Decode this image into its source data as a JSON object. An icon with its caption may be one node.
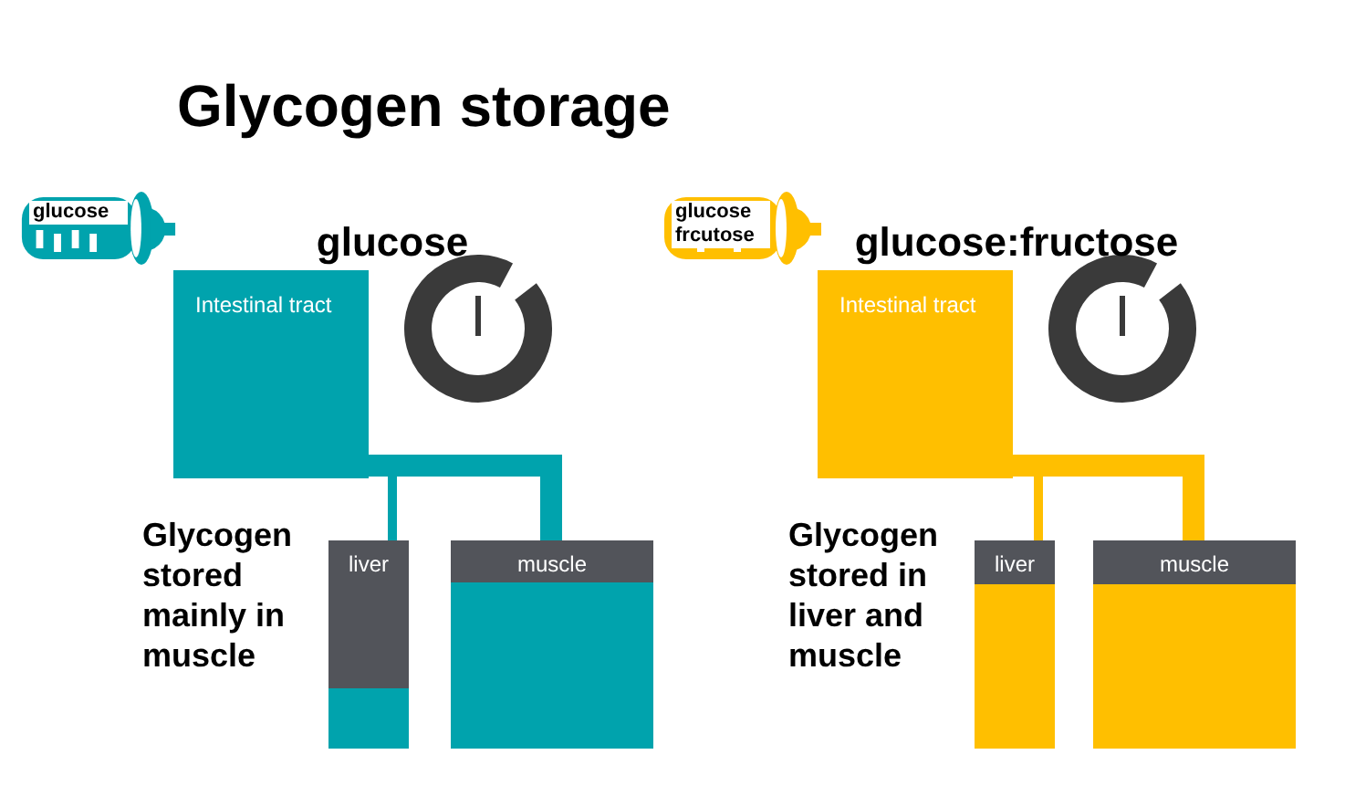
{
  "diagram": {
    "title": "Glycogen storage",
    "nodes": [
      {
        "text": [
          "glucose"
        ]
      },
      {
        "text": [
          "Intestinal tract"
        ]
      },
      {
        "text": [
          "liver"
        ]
      },
      {
        "text": [
          "muscle"
        ]
      },
      {
        "text": [
          "glucose frcutose"
        ]
      },
      {
        "text": [
          "Intestinal tract"
        ]
      },
      {
        "text": [
          "liver"
        ]
      },
      {
        "text": [
          "muscle"
        ]
      }
    ],
    "edges": [
      {
        "from": 1,
        "to": 2,
        "arrow": "none",
        "color": "#00a3ad"
      },
      {
        "from": 1,
        "to": 3,
        "arrow": "none",
        "style": "thick",
        "color": "#00a3ad"
      },
      {
        "from": 5,
        "to": 6,
        "arrow": "none",
        "color": "#ffbf00"
      },
      {
        "from": 5,
        "to": 7,
        "arrow": "none",
        "style": "thick",
        "color": "#ffbf00"
      }
    ],
    "labels": [
      "glucose",
      "glucose:fructose",
      "Glycogen stored mainly in muscle",
      "Glycogen stored in liver and muscle"
    ]
  }
}
